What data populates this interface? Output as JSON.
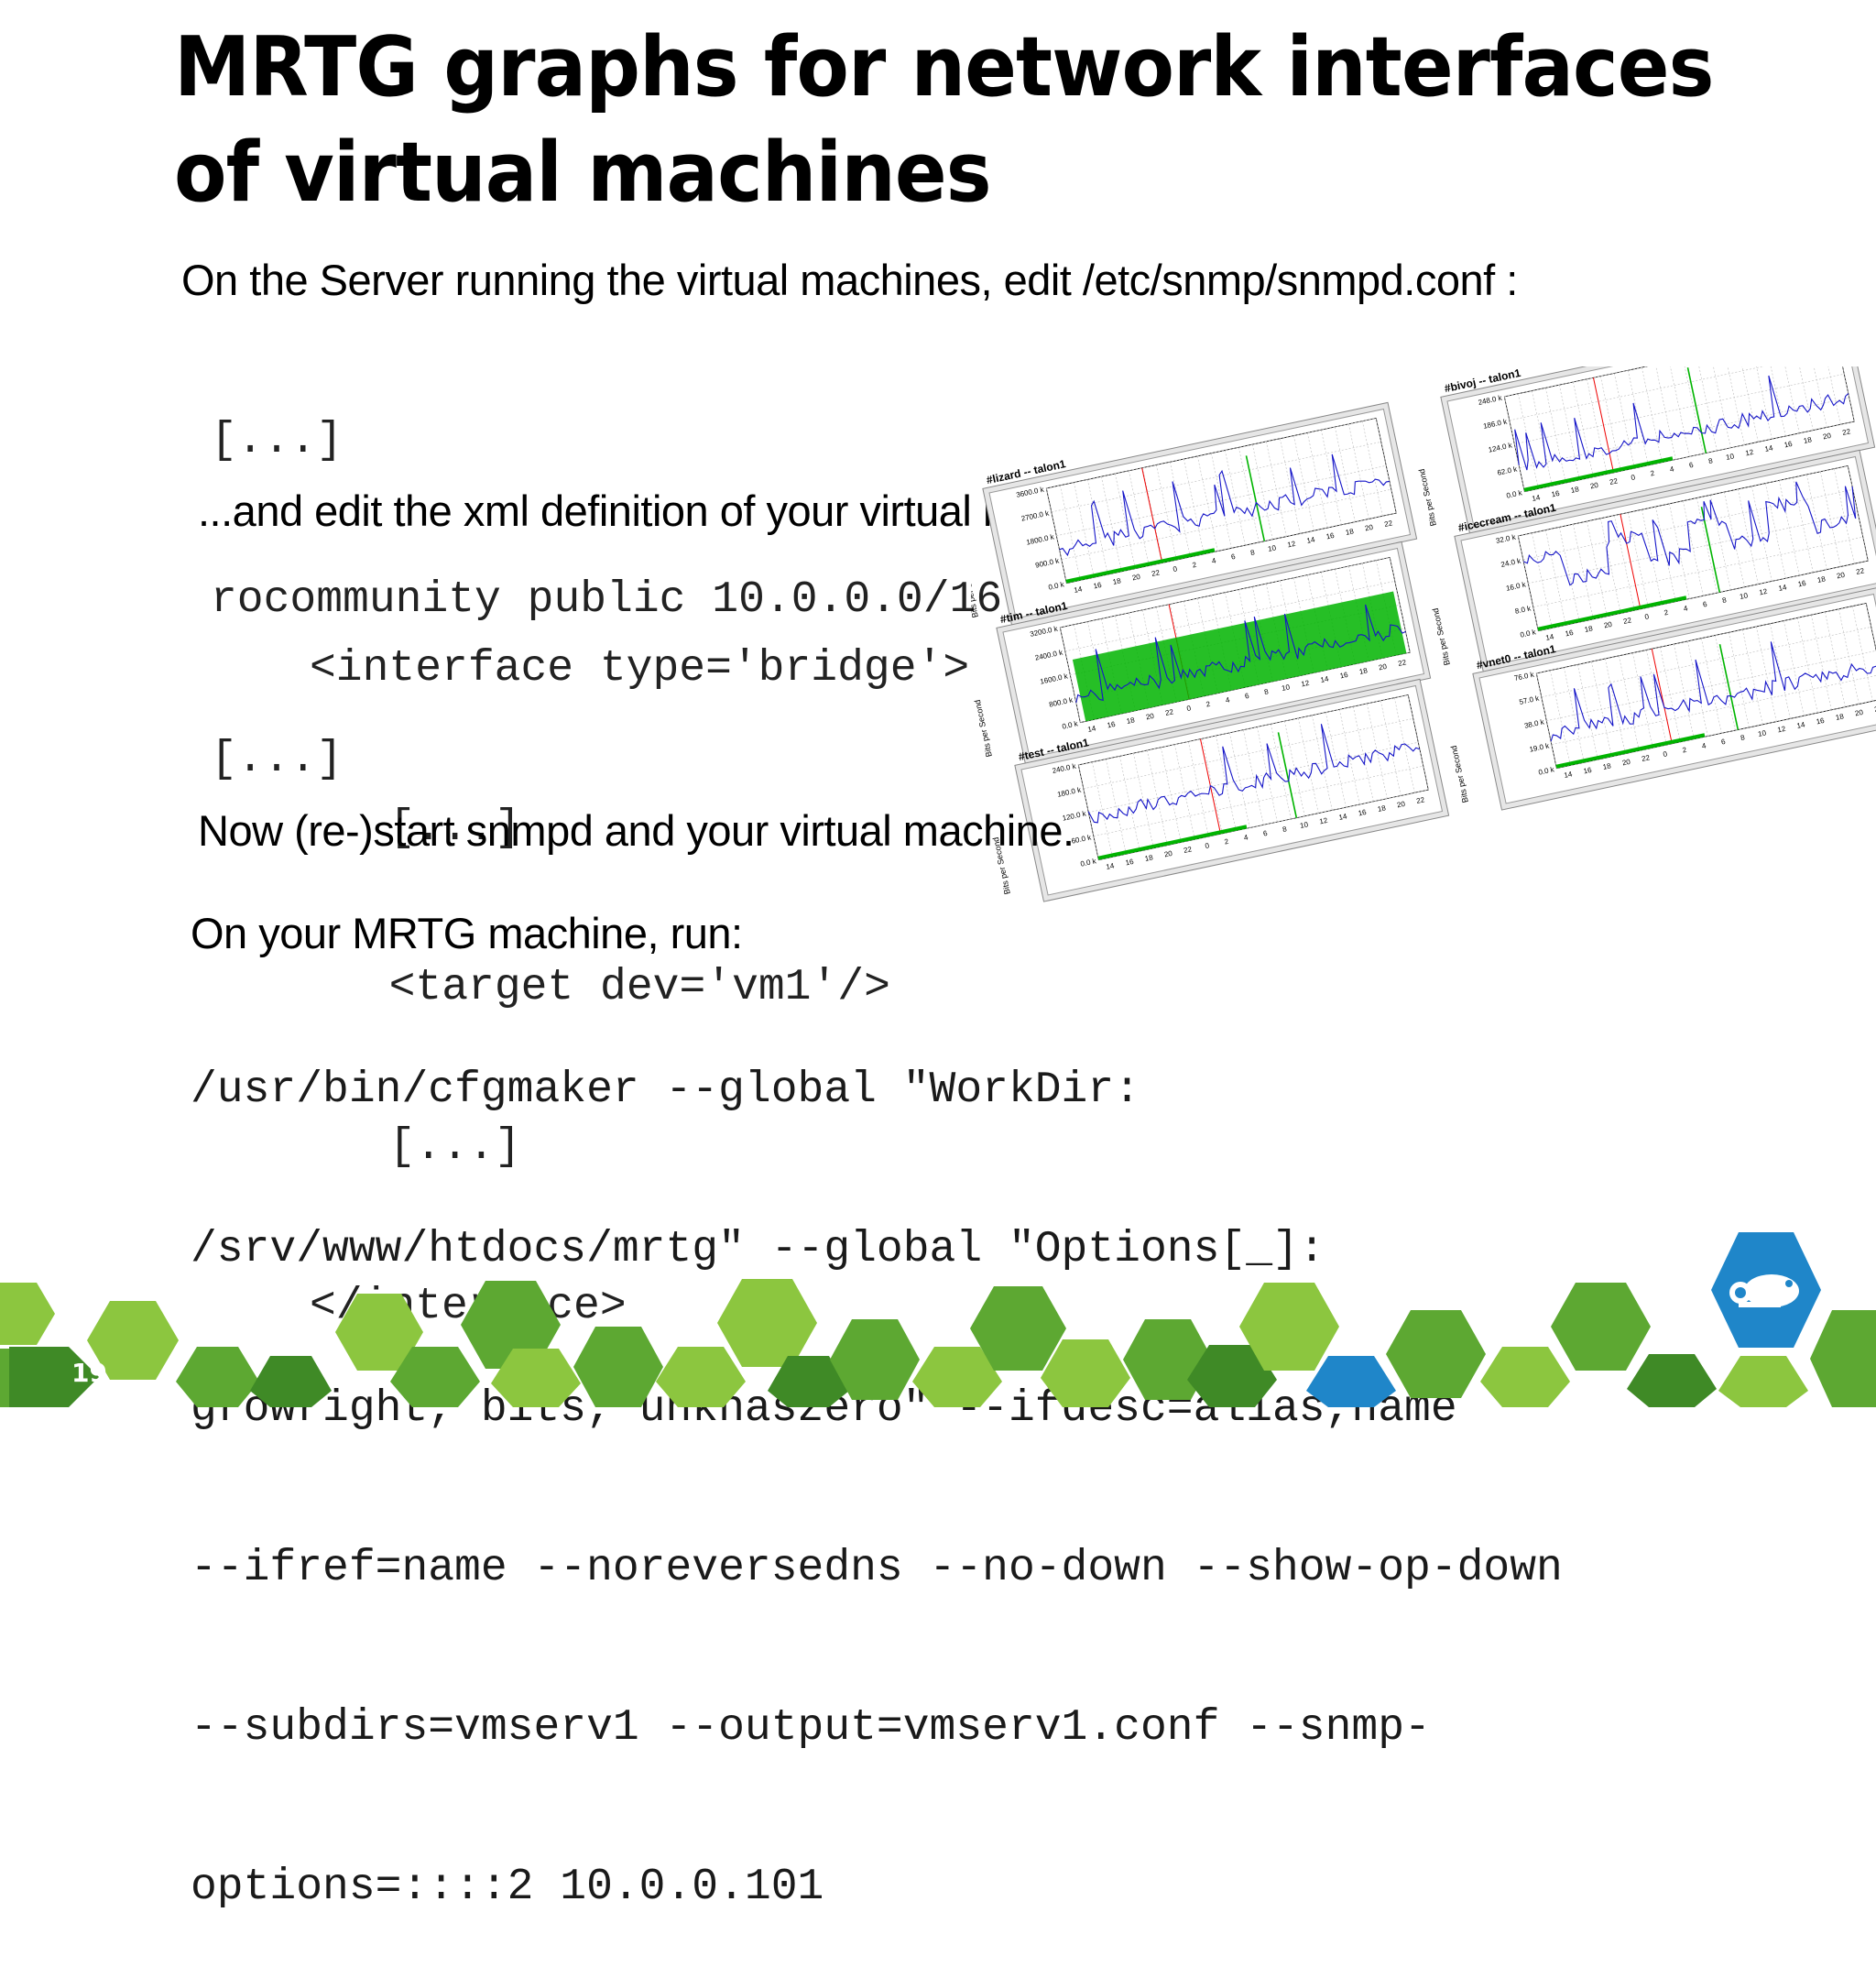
{
  "slide": {
    "title_line1": "MRTG graphs for network interfaces",
    "title_line2": "of virtual machines",
    "intro": "On the Server running the virtual machines, edit /etc/snmp/snmpd.conf :",
    "snmpd_conf": [
      "[...]",
      "rocommunity public 10.0.0.0/16",
      "[...]"
    ],
    "xml_intro": "...and edit the xml definition of your virtual machine:",
    "xml_code": [
      "<interface type='bridge'>",
      "  [...]",
      "  <target dev='vm1'/>",
      "  [...]",
      "</interface>"
    ],
    "restart_note": "Now (re-)start snmpd and your virtual machine.",
    "mrtg_intro": "On your MRTG machine, run:",
    "cfgmaker_cmd": [
      "/usr/bin/cfgmaker --global \"WorkDir:",
      "/srv/www/htdocs/mrtg\" --global \"Options[_]:",
      "growright, bits, unknaszero\" --ifdesc=alias,name",
      "--ifref=name --noreversedns --no-down --show-op-down",
      "--subdirs=vmserv1 --output=vmserv1.conf --snmp-",
      "options=::::2 10.0.0.101"
    ],
    "page_number": "19"
  },
  "graphs": {
    "y_axis_label": "Bits per Second",
    "x_ticks": [
      "14",
      "16",
      "18",
      "20",
      "22",
      "0",
      "2",
      "4",
      "6",
      "8",
      "10",
      "12",
      "14",
      "16",
      "18",
      "20",
      "22"
    ],
    "panels": [
      {
        "name": "#bivoj -- talon1",
        "y_ticks": [
          "248.0 k",
          "186.0 k",
          "124.0 k",
          "62.0 k",
          "0.0 k"
        ]
      },
      {
        "name": "#lizard -- talon1",
        "y_ticks": [
          "3600.0 k",
          "2700.0 k",
          "1800.0 k",
          "900.0 k",
          "0.0 k"
        ]
      },
      {
        "name": "#icecream -- talon1",
        "y_ticks": [
          "32.0 k",
          "24.0 k",
          "16.0 k",
          "8.0 k",
          "0.0 k"
        ]
      },
      {
        "name": "#tim -- talon1",
        "y_ticks": [
          "3200.0 k",
          "2400.0 k",
          "1600.0 k",
          "800.0 k",
          "0.0 k"
        ]
      },
      {
        "name": "#vnet0 -- talon1",
        "y_ticks": [
          "76.0 k",
          "57.0 k",
          "38.0 k",
          "19.0 k",
          "0.0 k"
        ]
      },
      {
        "name": "#test -- talon1",
        "y_ticks": [
          "240.0 k",
          "180.0 k",
          "120.0 k",
          "60.0 k",
          "0.0 k"
        ]
      }
    ]
  },
  "colors": {
    "hex_green": "#5da832",
    "hex_light_green": "#8cc63f",
    "hex_dark_green": "#3f8a26",
    "hex_blue": "#1f86c9",
    "line_blue": "#1515c8",
    "area_green": "#00b400"
  }
}
